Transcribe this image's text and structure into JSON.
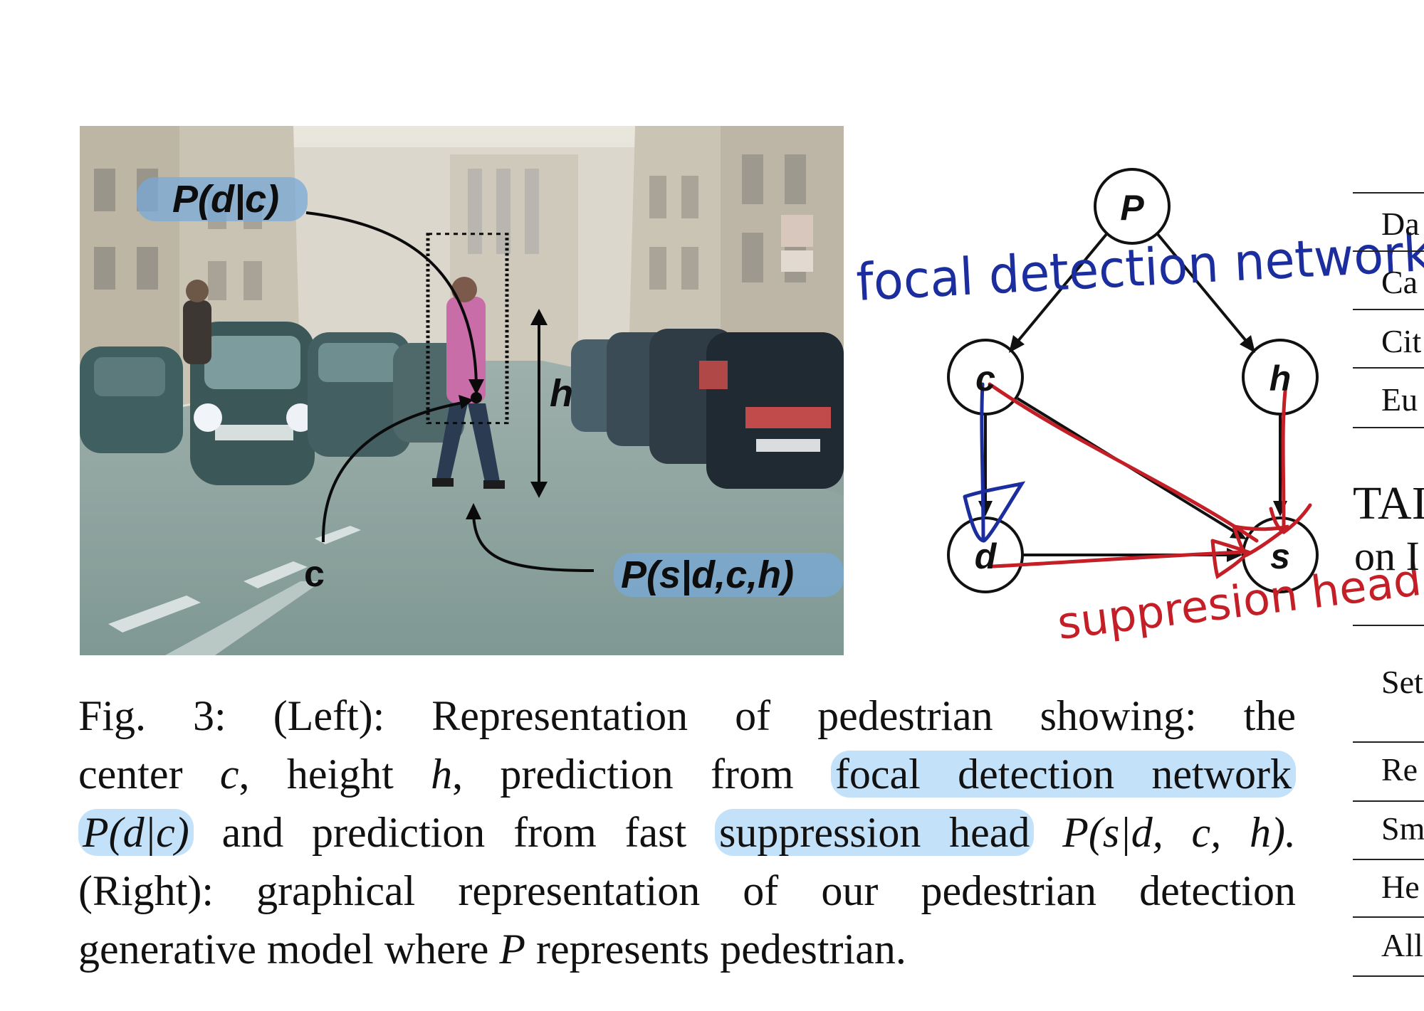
{
  "photo": {
    "label_p_d_c": "P(d|c)",
    "label_h": "h",
    "label_c": "c",
    "label_p_s": "P(s|d,c,h)"
  },
  "graph": {
    "nodes": {
      "P": "P",
      "c": "c",
      "h": "h",
      "d": "d",
      "s": "s"
    },
    "annotations": {
      "focal": "focal detection network",
      "suppression": "suppresion head"
    },
    "colors": {
      "edge": "#111111",
      "annot_blue": "#1c2e9e",
      "annot_red": "#c41e26"
    }
  },
  "caption": {
    "line1": "Fig. 3: (Left): Representation of pedestrian showing: the",
    "l2_a": "center ",
    "l2_c": "c",
    "l2_b": ", height ",
    "l2_h": "h",
    "l2_d": ", prediction from ",
    "l2_hl": "focal detection network",
    "l3_hl1": "P(d|c)",
    "l3_a": " and prediction from fast ",
    "l3_hl2": "suppression head",
    "l3_b": " P(s|d, c, h).",
    "line4": "(Right): graphical representation of our pedestrian detection",
    "l5_a": "generative model where ",
    "l5_p": "P",
    "l5_b": " represents pedestrian."
  },
  "table_fragment": {
    "rows_top": [
      "Da",
      "Ca",
      "Cit",
      "Eu"
    ],
    "title_a": "TAI",
    "title_b": "on I",
    "rows_bottom": [
      "Set",
      "Re",
      "Sm",
      "He",
      "All"
    ]
  }
}
